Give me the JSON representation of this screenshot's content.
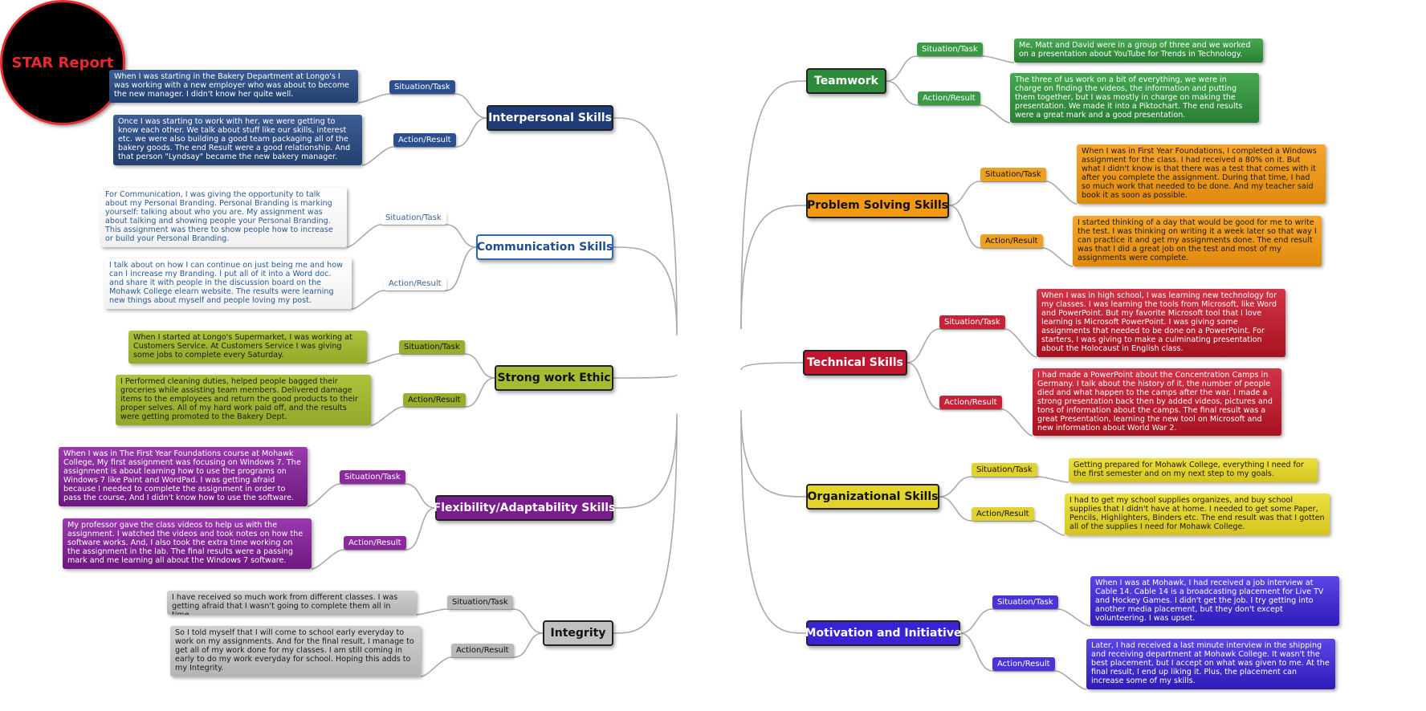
{
  "center": {
    "title": "STAR Report",
    "color": "#e8292e"
  },
  "labels": {
    "situation": "Situation/Task",
    "action": "Action/Result"
  },
  "branches": {
    "interpersonal": {
      "title": "Interpersonal Skills",
      "color": "#1f3c78",
      "situation": "When I was starting in the Bakery Department at Longo's I was working with a new employer who was about to become the new manager. I didn't know her quite well.",
      "action": "Once I was starting to work with her, we were getting to know each other. We talk about stuff like our skills, interest etc. we were also building a good team packaging all of the bakery goods. The end Result were a good relationship. And that person \"Lyndsay\" became the new bakery manager."
    },
    "communication": {
      "title": "Communication Skills",
      "color": "#2a6cb3",
      "situation": "For Communication, I was giving the opportunity to talk about my Personal Branding. Personal Branding is marking yourself: talking about who you are. My assignment was about talking and showing people your Personal Branding. This assignment was there to show people how to increase or build your Personal Branding.",
      "action": "I talk about on how I can continue on just being me and how can I increase my Branding. I put all of it into a Word doc. and share it with people in the discussion board on the Mohawk College elearn website. The results were learning new things about myself and people loving my post."
    },
    "workethic": {
      "title": "Strong work Ethic",
      "color": "#9aae2c",
      "situation": "When I started at Longo's Supermarket, I was working at Customers Service. At Customers Service I was giving some jobs to complete every Saturday.",
      "action": "I Performed cleaning duties, helped people bagged their groceries while assisting team members. Delivered damage items to the employees and return the good products to their proper selves. All of my hard work paid off, and the results were getting promoted to the Bakery Dept."
    },
    "flexibility": {
      "title": "Flexibility/Adaptability Skills",
      "color": "#7a1d8c",
      "situation": "When I was in The First Year Foundations course at Mohawk College, My first assignment was focusing on Windows 7. The assignment is about learning how to use the programs on Windows 7 like Paint and WordPad. I was getting afraid because I needed to complete the assignment in order to pass the course, And I didn't know how to use the software.",
      "action": "My professor gave the class videos to help us with the assignment. I watched the videos and took notes on how the software works. And, I also took the extra time working on the assignment in the lab. The final results were a passing mark and me learning all about the Windows 7 software."
    },
    "integrity": {
      "title": "Integrity",
      "color": "#b5b5b5",
      "situation": "I have received so much work from different classes. I was getting afraid that I wasn't going to complete them all in time.",
      "action": "So I told myself that I will come to school early everyday to work on my assignments. And for the final result, I manage to get all of my work done for my classes. I am still coming in early to do my work everyday for school. Hoping this adds to my Integrity."
    },
    "teamwork": {
      "title": "Teamwork",
      "color": "#2e8b3a",
      "situation": "Me, Matt and David were in a group of three and we worked on a presentation about YouTube for Trends in Technology.",
      "action": "The three of us work on a bit of everything, we were in charge on finding the videos, the information and putting them together, but I was mostly in charge on making the presentation. We made it into a Piktochart. The end results were a great mark and a good presentation."
    },
    "problem": {
      "title": "Problem Solving Skills",
      "color": "#f39a12",
      "situation": "When I was in First Year Foundations, I completed a Windows assignment for the class. I had received a 80% on it. But what I didn't know is that there was a test that comes with it after you complete the assignment. During that time, I had so much work that needed to be done. And my teacher said book it as soon as possible.",
      "action": "I started thinking of a day that would be good for me to write the test. I was thinking on writing it a week later so that way I can practice it and get my assignments done. The end result was that I did a great job on the test and most of my assignments were complete."
    },
    "technical": {
      "title": "Technical Skills",
      "color": "#c0172e",
      "situation": "When I was in high school, I was learning new technology for my classes. I was learning the tools from Microsoft, like Word and PowerPoint. But my favorite Microsoft tool that I love learning is Microsoft PowerPoint. I was giving some assignments that needed to be done on a PowerPoint. For starters, I was giving to make a culminating presentation about the Holocaust in English class.",
      "action": "I had made a PowerPoint about the Concentration Camps in Germany. I talk about the history of it, the number of people died and what happen to the camps after the war. I made a strong presentation back then by added videos, pictures and tons of information about the camps. The final result was a great Presentation, learning the new tool on Microsoft and new information about World War 2."
    },
    "organizational": {
      "title": "Organizational Skills",
      "color": "#e3d52a",
      "situation": "Getting prepared for Mohawk College, everything I need for the first semester and on my next step to my goals.",
      "action": "I had to get my school supplies organizes, and buy school supplies that I didn't have at home. I needed to get some Paper, Pencils, Highlighters, Binders etc. The end result was that I gotten all of the supplies I need for Mohawk College."
    },
    "motivation": {
      "title": "Motivation and Initiative",
      "color": "#3a22d6",
      "situation": "When I was at Mohawk, I had received a job interview at Cable 14. Cable 14 is a broadcasting placement for Live TV and Hockey Games. I didn't get the job. I try getting into another media placement, but they don't except volunteering. I was upset.",
      "action": "Later, I had received a last minute interview in the shipping and receiving department at Mohawk College. It wasn't the best placement, but I accept on what was given to me. At the final result, I end up liking it. Plus, the placement can increase some of my skills."
    }
  }
}
